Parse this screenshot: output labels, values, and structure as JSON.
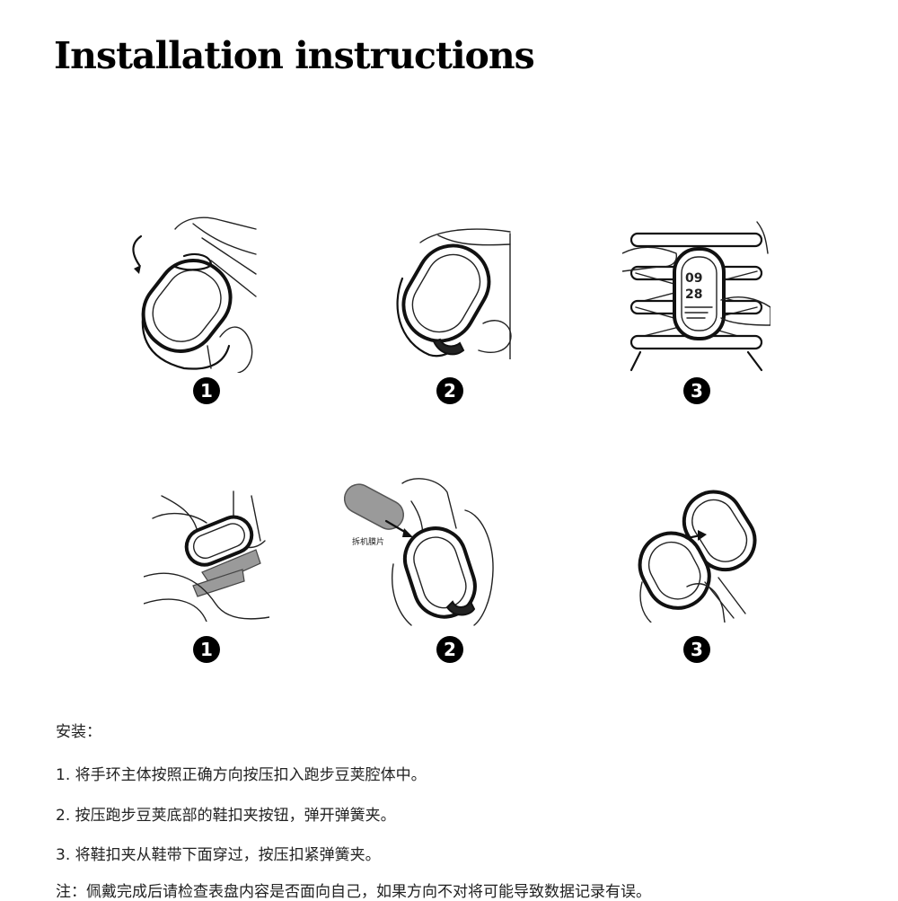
{
  "title": "Installation instructions",
  "steps_row1": [
    "1",
    "2",
    "3"
  ],
  "steps_row2": [
    "1",
    "2",
    "3"
  ],
  "removal_tool_label": "拆机膜片",
  "instructions": {
    "heading": "安装：",
    "step1": "1. 将手环主体按照正确方向按压扣入跑步豆荚腔体中。",
    "step2": "2. 按压跑步豆荚底部的鞋扣夹按钮，弹开弹簧夹。",
    "step3": "3. 将鞋扣夹从鞋带下面穿过，按压扣紧弹簧夹。",
    "note": "注：佩戴完成后请检查表盘内容是否面向自己，如果方向不对将可能导致数据记录有误。"
  },
  "icons": {
    "badge": "circled-number-icon",
    "arrow": "arrow-icon"
  },
  "colors": {
    "text": "#222222",
    "title": "#000000",
    "badge_bg": "#000000",
    "badge_fg": "#ffffff",
    "removal_tool": "#9a9a9a"
  }
}
